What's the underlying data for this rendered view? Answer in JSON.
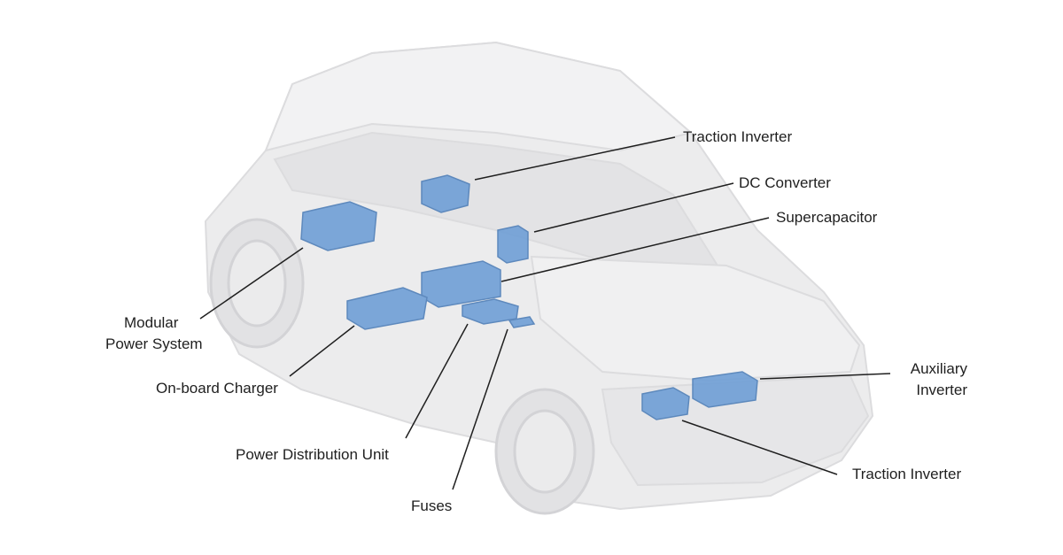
{
  "labels": {
    "traction_inverter_top": "Traction Inverter",
    "dc_converter": "DC Converter",
    "supercapacitor": "Supercapacitor",
    "modular_line1": "Modular",
    "modular_line2": "Power System",
    "onboard_charger": "On-board Charger",
    "power_distribution_unit": "Power Distribution Unit",
    "fuses": "Fuses",
    "auxiliary_line1": "Auxiliary",
    "auxiliary_line2": "Inverter",
    "traction_inverter_bottom": "Traction Inverter"
  },
  "colors": {
    "car_body": "#e9e9ea",
    "component": "#6f9fd6",
    "leader_line": "#1f1f1f"
  }
}
